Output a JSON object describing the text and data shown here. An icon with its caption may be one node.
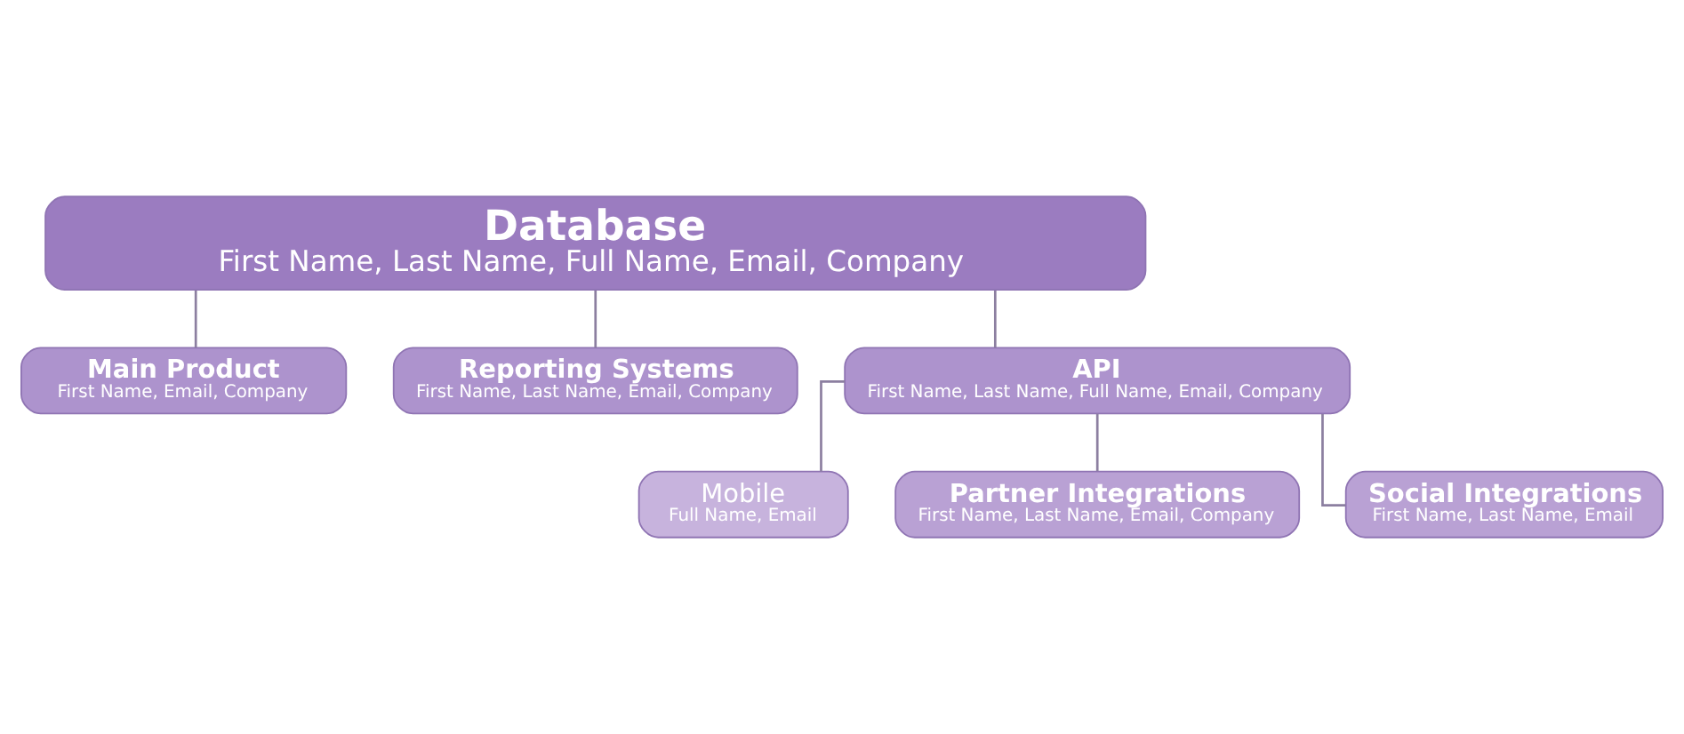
{
  "diagram": {
    "nodes": [
      {
        "text": [
          "Database",
          "First Name, Last Name, Full Name, Email, Company"
        ]
      },
      {
        "text": [
          "Main Product",
          "First Name, Email, Company"
        ]
      },
      {
        "text": [
          "Reporting Systems",
          "First Name, Last Name, Email, Company"
        ]
      },
      {
        "text": [
          "API",
          "First Name, Last Name, Full Name, Email, Company"
        ]
      },
      {
        "text": [
          "Mobile",
          "Full Name, Email"
        ]
      },
      {
        "text": [
          "Partner Integrations",
          "First Name, Last Name, Email, Company"
        ]
      },
      {
        "text": [
          "Social Integrations",
          "First Name, Last Name, Email"
        ]
      }
    ],
    "edges": [
      {
        "from": 0,
        "to": 1,
        "arrow": "none"
      },
      {
        "from": 0,
        "to": 2,
        "arrow": "none"
      },
      {
        "from": 0,
        "to": 3,
        "arrow": "none"
      },
      {
        "from": 3,
        "to": 4,
        "arrow": "none"
      },
      {
        "from": 3,
        "to": 5,
        "arrow": "none"
      },
      {
        "from": 3,
        "to": 6,
        "arrow": "none"
      }
    ]
  }
}
